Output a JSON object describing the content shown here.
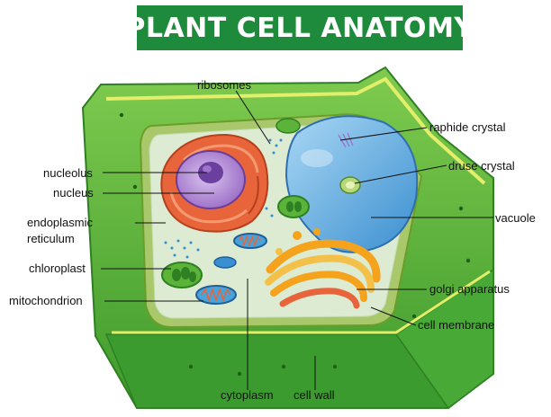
{
  "title": "PLANT CELL ANATOMY",
  "labels": {
    "ribosomes": "ribosomes",
    "raphide_crystal": "raphide crystal",
    "nucleolus": "nucleolus",
    "druse_crystal": "druse crystal",
    "nucleus": "nucleus",
    "endoplasmic_line1": "endoplasmic",
    "endoplasmic_line2": "reticulum",
    "vacuole": "vacuole",
    "chloroplast": "chloroplast",
    "golgi_apparatus": "golgi apparatus",
    "mitochondrion": "mitochondrion",
    "cell_membrane": "cell membrane",
    "cytoplasm": "cytoplasm",
    "cell_wall": "cell wall"
  },
  "colors": {
    "title_bg": "#1e8a3c",
    "cell_wall": "#59b83a",
    "cytoplasm": "#dcebd2",
    "vacuole": "#5aa7de",
    "nucleus": "#b48ad6",
    "er": "#e8643a",
    "golgi": "#f5a21c",
    "chloroplast": "#5bb33a"
  }
}
